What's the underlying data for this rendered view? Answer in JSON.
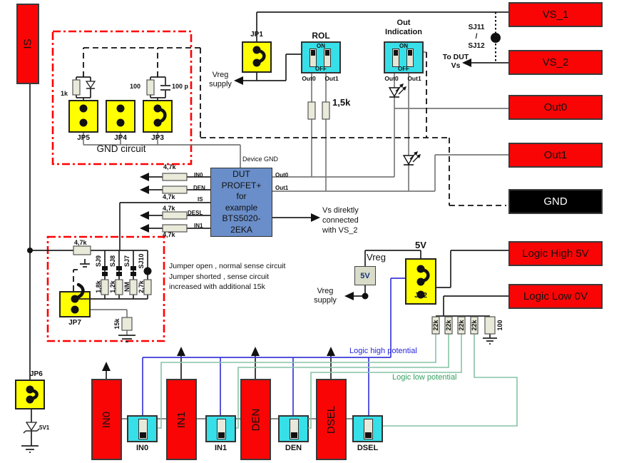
{
  "colors": {
    "terminal_red": "#fa0505",
    "jumper_yellow": "#ffff00",
    "switch_cyan": "#37dfe8",
    "dut_blue": "#6a8ec9",
    "wire_gray": "#7a7a7a",
    "logic_high_blue": "#3a3ad8",
    "logic_low_green": "#85c4a5",
    "annotation_red": "#ff0000"
  },
  "terminals": {
    "is": "IS",
    "vs_1": "VS_1",
    "vs_2": "VS_2",
    "out0": "Out0",
    "out1": "Out1",
    "gnd": "GND",
    "logic_high": "Logic High 5V",
    "logic_low": "Logic Low 0V",
    "in0_block": "IN0",
    "in1_block": "IN1",
    "den_block": "DEN",
    "dsel_block": "DSEL"
  },
  "jumpers": {
    "jp1": "JP1",
    "jp2": "JP2",
    "jp3": "JP3",
    "jp4": "JP4",
    "jp5": "JP5",
    "jp6": "JP6",
    "jp7": "JP7"
  },
  "dip_switches": {
    "rol": {
      "title": "ROL",
      "on": "ON",
      "off": "OFF",
      "out0": "Out0",
      "out1": "Out1"
    },
    "out_indication": {
      "title": "Out\nIndication",
      "on": "ON",
      "off": "OFF",
      "out0": "Out0",
      "out1": "Out1"
    }
  },
  "toggles": {
    "in0": "IN0",
    "in1": "IN1",
    "den": "DEN",
    "dsel": "DSEL"
  },
  "dut": {
    "text": "DUT\nPROFET+\nfor\nexample\nBTS5020-\n2EKA",
    "device_gnd": "Device GND",
    "pins": {
      "in0": "IN0",
      "den": "DEN",
      "is": "IS",
      "desl": "DESL",
      "in1": "IN1",
      "out0": "Out0",
      "out1": "Out1"
    },
    "vs_note": "Vs direktly\nconnected\nwith VS_2"
  },
  "resistors": {
    "r4k7": "4,7k",
    "r1k": "1k",
    "r100": "100",
    "c100p": "100 p",
    "r1k5": "1,5k",
    "r1k8": "1,8k",
    "r1k2": "1,2k",
    "nm": "NM",
    "r2k7": "2,7k",
    "r15k": "15k",
    "r22k": "22k",
    "r100b": "100"
  },
  "solder_jumpers": {
    "sj7": "SJ7",
    "sj8": "SJ8",
    "sj9": "SJ9",
    "sj10": "SJ10",
    "sj11_12": "SJ11\n/\nSJ12"
  },
  "notes": {
    "gnd_circuit": "GND circuit",
    "vreg_supply": "Vreg\nsupply",
    "to_dut_vs": "To DUT\nVs",
    "sense": "Jumper open , normal sense circuit\nJumper shorted , sense circuit\nincreased with additional  15k",
    "v5": "5V",
    "vreg": "Vreg",
    "v5_reg": "5V",
    "logic_high_potential": "Logic high potential",
    "logic_low_potential": "Logic low potential",
    "zener": "5V1"
  }
}
